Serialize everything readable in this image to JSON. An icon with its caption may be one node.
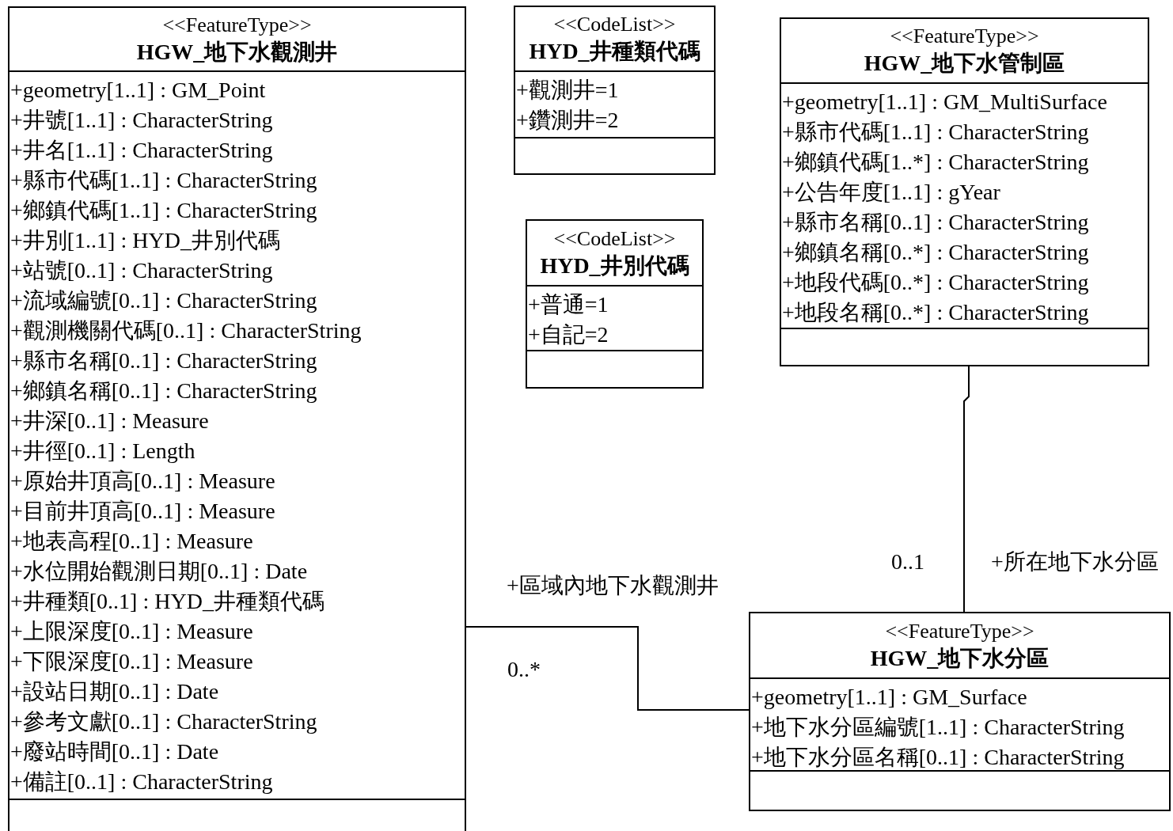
{
  "diagram": {
    "nodes": [
      {
        "text": [
          "<<FeatureType>>",
          "HGW_地下水觀測井",
          "+geometry[1..1] : GM_Point",
          "+井號[1..1] : CharacterString",
          "+井名[1..1] : CharacterString",
          "+縣市代碼[1..1] : CharacterString",
          "+鄉鎮代碼[1..1] : CharacterString",
          "+井別[1..1] : HYD_井別代碼",
          "+站號[0..1] : CharacterString",
          "+流域編號[0..1] : CharacterString",
          "+觀測機關代碼[0..1] : CharacterString",
          "+縣市名稱[0..1] : CharacterString",
          "+鄉鎮名稱[0..1] : CharacterString",
          "+井深[0..1] : Measure",
          "+井徑[0..1] : Length",
          "+原始井頂高[0..1] : Measure",
          "+目前井頂高[0..1] : Measure",
          "+地表高程[0..1] : Measure",
          "+水位開始觀測日期[0..1] : Date",
          "+井種類[0..1] : HYD_井種類代碼",
          "+上限深度[0..1] : Measure",
          "+下限深度[0..1] : Measure",
          "+設站日期[0..1] : Date",
          "+參考文獻[0..1] : CharacterString",
          "+廢站時間[0..1] : Date",
          "+備註[0..1] : CharacterString"
        ]
      },
      {
        "text": [
          "<<CodeList>>",
          "HYD_井種類代碼",
          "+觀測井=1",
          "+鑽測井=2"
        ]
      },
      {
        "text": [
          "<<FeatureType>>",
          "HGW_地下水管制區",
          "+geometry[1..1] : GM_MultiSurface",
          "+縣市代碼[1..1] : CharacterString",
          "+鄉鎮代碼[1..*] : CharacterString",
          "+公告年度[1..1] : gYear",
          "+縣市名稱[0..1] : CharacterString",
          "+鄉鎮名稱[0..*] : CharacterString",
          "+地段代碼[0..*] : CharacterString",
          "+地段名稱[0..*] : CharacterString"
        ]
      },
      {
        "text": [
          "<<CodeList>>",
          "HYD_井別代碼",
          "+普通=1",
          "+自記=2"
        ]
      },
      {
        "text": [
          "<<FeatureType>>",
          "HGW_地下水分區",
          "+geometry[1..1] : GM_Surface",
          "+地下水分區編號[1..1] : CharacterString",
          "+地下水分區名稱[0..1] : CharacterString"
        ]
      }
    ],
    "edges": [
      {
        "from": 0,
        "to": 4,
        "arrow": "none"
      },
      {
        "from": 2,
        "to": 4,
        "arrow": "none"
      }
    ],
    "labels": [
      "0..1",
      "+所在地下水分區",
      "+區域內地下水觀測井",
      "0..*"
    ]
  }
}
